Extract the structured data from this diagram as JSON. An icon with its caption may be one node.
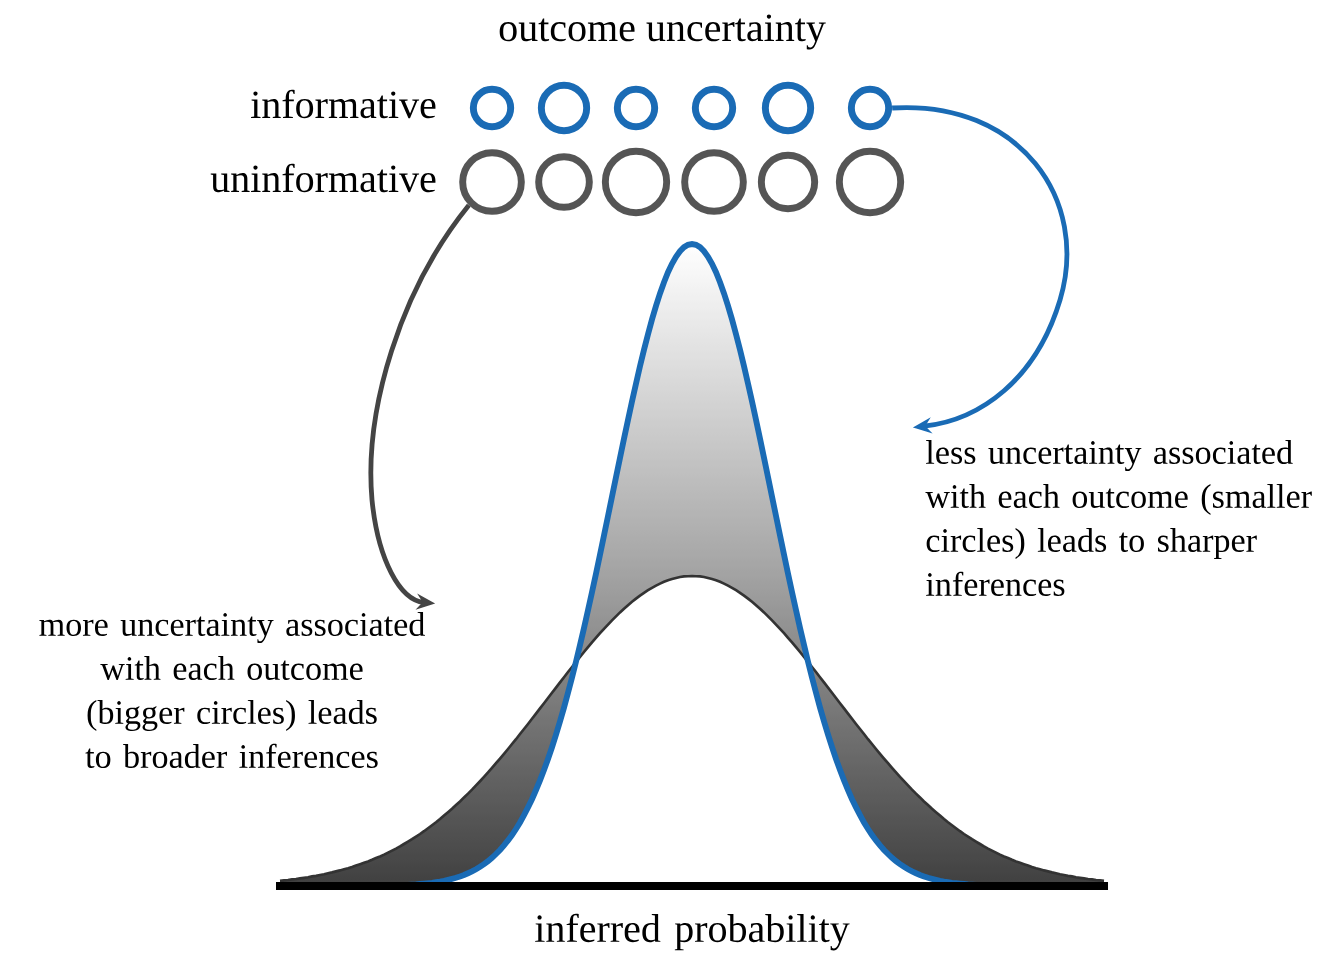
{
  "diagram": {
    "title": "outcome uncertainty",
    "nodes": [
      {
        "text": [
          "informative"
        ]
      },
      {
        "text": [
          "uninformative"
        ]
      },
      {
        "text": [],
        "shape": "circle"
      },
      {
        "text": [],
        "shape": "circle"
      },
      {
        "text": [],
        "shape": "circle"
      },
      {
        "text": [],
        "shape": "circle"
      },
      {
        "text": [],
        "shape": "circle"
      },
      {
        "text": [],
        "shape": "circle"
      },
      {
        "text": [],
        "shape": "circle"
      },
      {
        "text": [],
        "shape": "circle"
      },
      {
        "text": [],
        "shape": "circle"
      },
      {
        "text": [],
        "shape": "circle"
      },
      {
        "text": [],
        "shape": "circle"
      },
      {
        "text": [],
        "shape": "circle"
      },
      {
        "text": [
          "less uncertainty associated with each outcome (smaller circles) leads to sharper inferences"
        ]
      },
      {
        "text": [
          "more uncertainty associated with each outcome (bigger circles) leads to broader inferences"
        ]
      }
    ],
    "edges": [
      {
        "from": 7,
        "to": 14,
        "arrow": "to",
        "color": "#1a6bb5"
      },
      {
        "from": 8,
        "to": 15,
        "arrow": "to",
        "color": "#444444"
      }
    ],
    "labels": [
      "inferred probability"
    ]
  }
}
